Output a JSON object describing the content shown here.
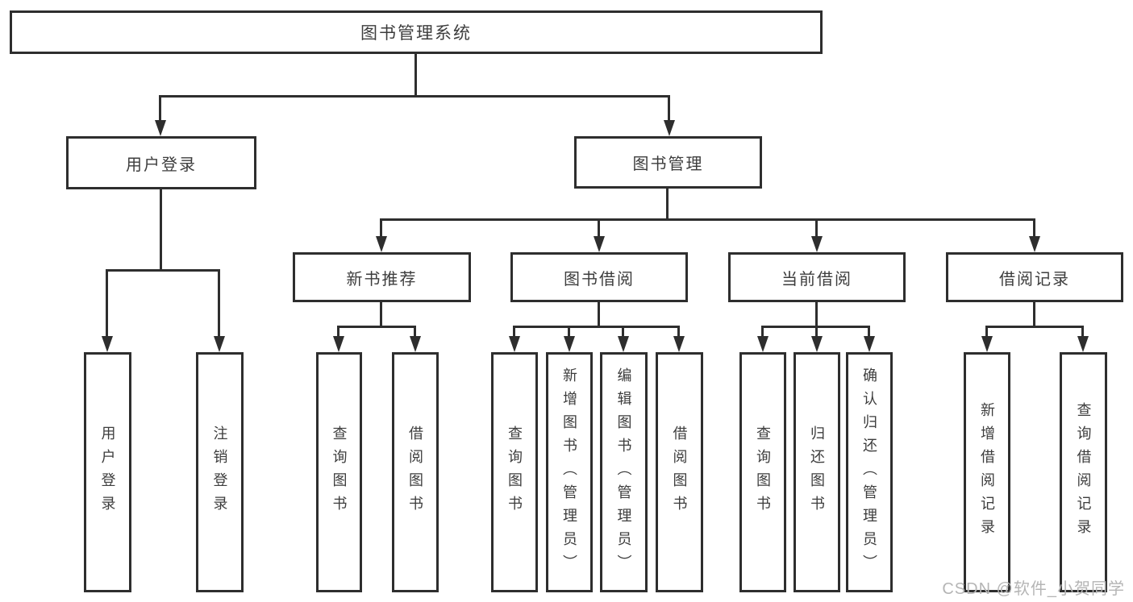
{
  "diagram": {
    "nodes": {
      "root": "图书管理系统",
      "user_login": "用户登录",
      "book_management": "图书管理",
      "new_book_recommend": "新书推荐",
      "book_borrowing": "图书借阅",
      "current_borrowing": "当前借阅",
      "borrowing_records": "借阅记录",
      "leaf_user_login": "用户登录",
      "leaf_logout": "注销登录",
      "leaf_query_book_a": "查询图书",
      "leaf_borrow_book_a": "借阅图书",
      "leaf_query_book_b": "查询图书",
      "leaf_add_book": "新增图书（管理员）",
      "leaf_edit_book": "编辑图书（管理员）",
      "leaf_borrow_book_b": "借阅图书",
      "leaf_query_book_c": "查询图书",
      "leaf_return_book": "归还图书",
      "leaf_confirm_return": "确认归还（管理员）",
      "leaf_add_borrow_record": "新增借阅记录",
      "leaf_query_borrow_record": "查询借阅记录"
    },
    "tree": {
      "label": "图书管理系统",
      "children": [
        {
          "label": "用户登录",
          "children": [
            {
              "label": "用户登录"
            },
            {
              "label": "注销登录"
            }
          ]
        },
        {
          "label": "图书管理",
          "children": [
            {
              "label": "新书推荐",
              "children": [
                {
                  "label": "查询图书"
                },
                {
                  "label": "借阅图书"
                }
              ]
            },
            {
              "label": "图书借阅",
              "children": [
                {
                  "label": "查询图书"
                },
                {
                  "label": "新增图书（管理员）"
                },
                {
                  "label": "编辑图书（管理员）"
                },
                {
                  "label": "借阅图书"
                }
              ]
            },
            {
              "label": "当前借阅",
              "children": [
                {
                  "label": "查询图书"
                },
                {
                  "label": "归还图书"
                },
                {
                  "label": "确认归还（管理员）"
                }
              ]
            },
            {
              "label": "借阅记录",
              "children": [
                {
                  "label": "新增借阅记录"
                },
                {
                  "label": "查询借阅记录"
                }
              ]
            }
          ]
        }
      ]
    },
    "colors": {
      "line": "#2e2e2e",
      "text": "#3d3d3d",
      "background": "#ffffff",
      "watermark": "#b5b5b5"
    }
  },
  "watermark": {
    "text": "CSDN @软件_小贺同学"
  }
}
